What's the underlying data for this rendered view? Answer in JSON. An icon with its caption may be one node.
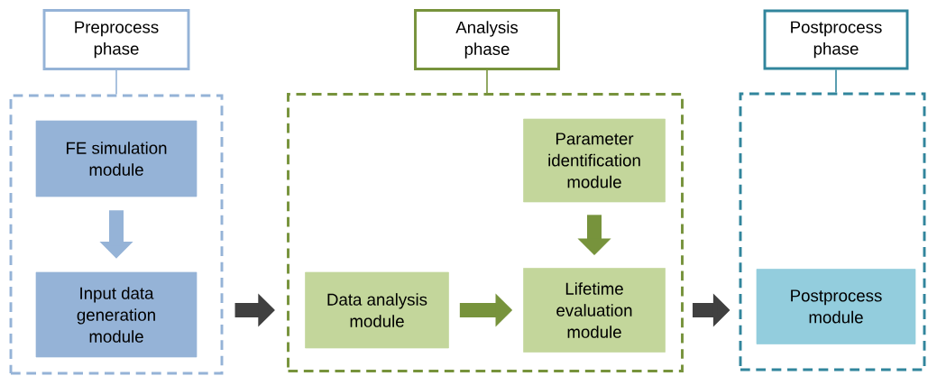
{
  "diagram": {
    "nodes": [
      {
        "text": [
          "Preprocess phase"
        ]
      },
      {
        "text": [
          "Analysis phase"
        ]
      },
      {
        "text": [
          "Postprocess phase"
        ]
      },
      {
        "text": [],
        "shape": "box"
      },
      {
        "text": [
          "FE simulation module"
        ],
        "in": 3
      },
      {
        "text": [
          "Input data generation module"
        ],
        "in": 3
      },
      {
        "text": [],
        "shape": "box"
      },
      {
        "text": [
          "Parameter identification module"
        ],
        "in": 6
      },
      {
        "text": [
          "Data analysis module"
        ],
        "in": 6
      },
      {
        "text": [
          "Lifetime evaluation module"
        ],
        "in": 6
      },
      {
        "text": [],
        "shape": "box"
      },
      {
        "text": [
          "Postprocess module"
        ],
        "in": 10
      }
    ],
    "edges": [
      {
        "from": 0,
        "to": 3,
        "arrow": "none",
        "color": "#95b3d7"
      },
      {
        "from": 1,
        "to": 6,
        "arrow": "none",
        "color": "#77933c"
      },
      {
        "from": 2,
        "to": 10,
        "arrow": "none",
        "color": "#31859c"
      },
      {
        "from": 4,
        "to": 5,
        "arrow": "to",
        "color": "#95b3d7"
      },
      {
        "from": 3,
        "to": 6,
        "arrow": "to",
        "color": "#404040"
      },
      {
        "from": 7,
        "to": 9,
        "arrow": "to",
        "color": "#77933c"
      },
      {
        "from": 8,
        "to": 9,
        "arrow": "to",
        "color": "#77933c"
      },
      {
        "from": 6,
        "to": 10,
        "arrow": "to",
        "color": "#404040"
      }
    ]
  }
}
